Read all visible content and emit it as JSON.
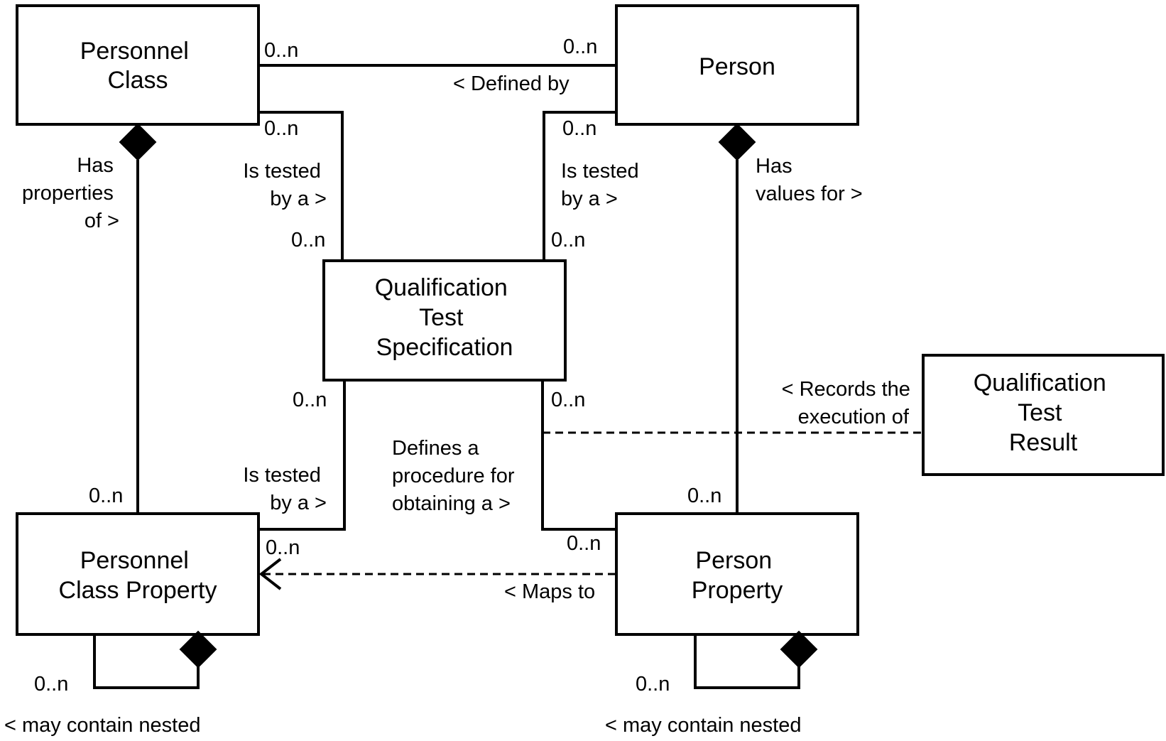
{
  "colors": {
    "stroke": "#000000",
    "background": "#ffffff",
    "text": "#000000"
  },
  "classes": {
    "personnel_class": [
      "Personnel",
      "Class"
    ],
    "person": [
      "Person"
    ],
    "qualification_test_specification": [
      "Qualification",
      "Test",
      "Specification"
    ],
    "qualification_test_result": [
      "Qualification",
      "Test",
      "Result"
    ],
    "personnel_class_property": [
      "Personnel",
      "Class Property"
    ],
    "person_property": [
      "Person",
      "Property"
    ]
  },
  "associations": {
    "defined_by": "< Defined by",
    "pc_has_properties_of": [
      "Has",
      "properties",
      "of >"
    ],
    "pc_is_tested_by": [
      "Is tested",
      "by a >"
    ],
    "person_is_tested_by": [
      "Is tested",
      "by a >"
    ],
    "person_has_values_for": [
      "Has",
      "values for >"
    ],
    "records_execution": [
      "< Records the",
      "execution of"
    ],
    "defines_procedure": [
      "Defines a",
      "procedure for",
      "obtaining a >"
    ],
    "pcp_is_tested_by": [
      "Is tested",
      "by a >"
    ],
    "maps_to": "< Maps to",
    "pcp_nested": "< may contain nested",
    "pp_nested": "< may contain nested"
  },
  "multiplicities": {
    "pc_to_person_left": "0..n",
    "pc_to_person_right": "0..n",
    "pc_to_qts_top": "0..n",
    "pc_to_qts_bottom": "0..n",
    "person_to_qts_top": "0..n",
    "person_to_qts_bottom": "0..n",
    "qts_to_pcp_top": "0..n",
    "pcp_from_qts": "0..n",
    "qts_to_pp_top": "0..n",
    "pp_from_qts": "0..n",
    "pcp_composition": "0..n",
    "pp_composition": "0..n",
    "pcp_nested": "0..n",
    "pp_nested": "0..n"
  }
}
